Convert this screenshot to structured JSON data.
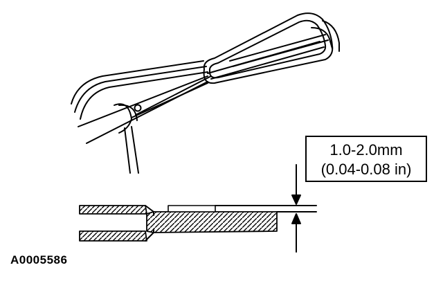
{
  "diagram": {
    "spec": {
      "metric": "1.0-2.0mm",
      "imperial": "(0.04-0.08 in)"
    },
    "figure_id": "A0005586",
    "colors": {
      "ink": "#000000",
      "paper": "#ffffff"
    }
  }
}
